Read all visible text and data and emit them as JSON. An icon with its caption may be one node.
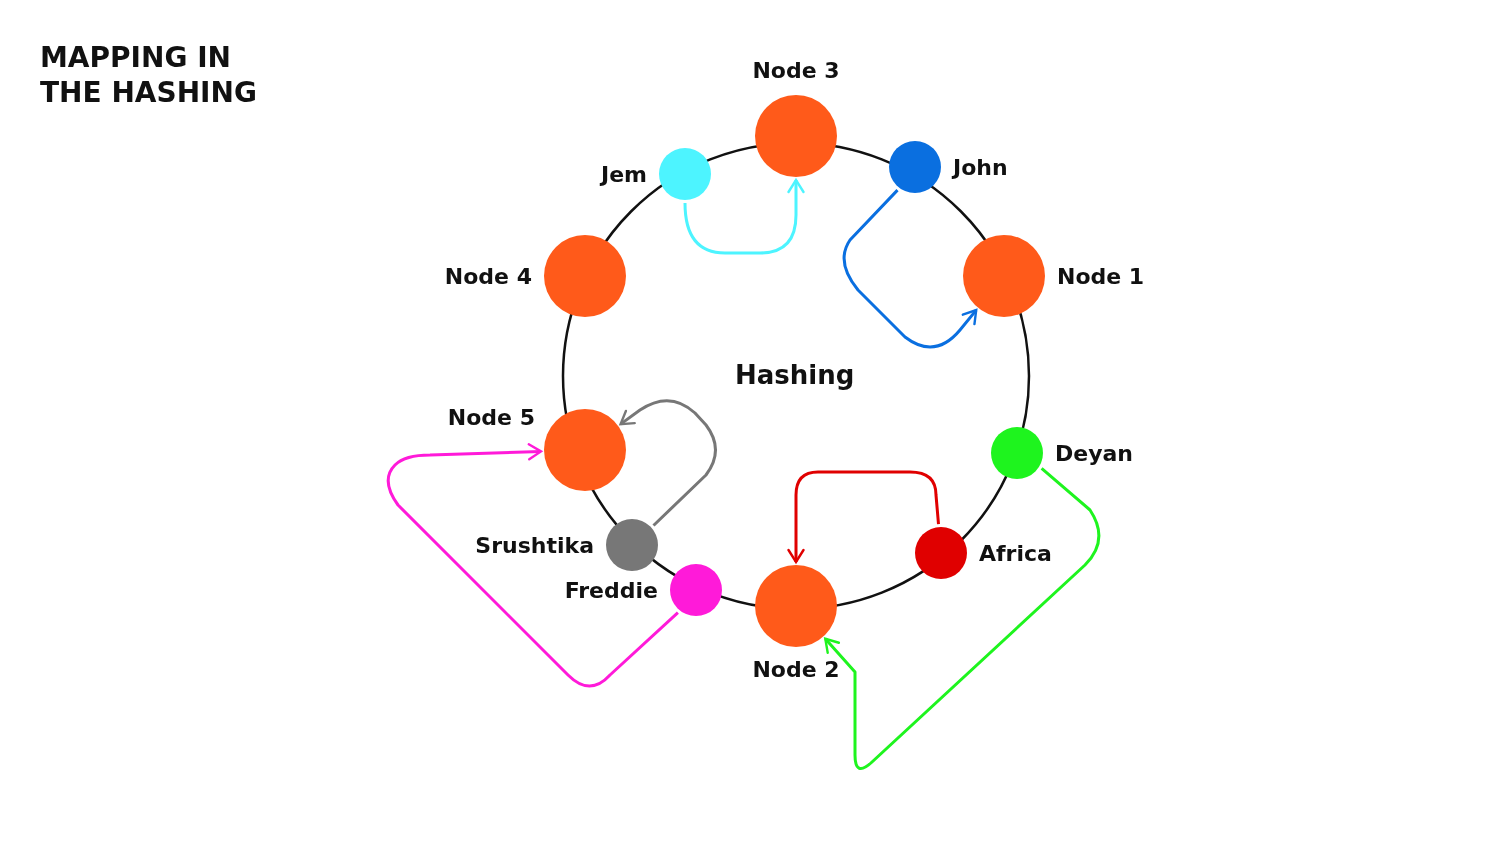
{
  "diagram": {
    "title": "MAPPING IN THE HASHING",
    "nodes": [
      {
        "text": [
          "Node 3"
        ]
      },
      {
        "text": [
          "Jem"
        ]
      },
      {
        "text": [
          "John"
        ]
      },
      {
        "text": [
          "Node 4"
        ]
      },
      {
        "text": [
          "Node 1"
        ]
      },
      {
        "text": [
          "Node 5"
        ]
      },
      {
        "text": [
          "Deyan"
        ]
      },
      {
        "text": [
          "Srushtika"
        ]
      },
      {
        "text": [
          "Africa"
        ]
      },
      {
        "text": [
          "Freddie"
        ]
      },
      {
        "text": [
          "Node 2"
        ]
      }
    ],
    "edges": [
      {
        "from": 1,
        "to": 0,
        "arrow": "to",
        "color": "#4df4ff"
      },
      {
        "from": 2,
        "to": 4,
        "arrow": "to",
        "color": "#0a6fe0"
      },
      {
        "from": 6,
        "to": 10,
        "arrow": "to",
        "color": "#1ef41e"
      },
      {
        "from": 8,
        "to": 10,
        "arrow": "to",
        "color": "#e00000"
      },
      {
        "from": 7,
        "to": 5,
        "arrow": "to",
        "color": "#777777"
      },
      {
        "from": 9,
        "to": 5,
        "arrow": "to",
        "color": "#ff1ad9"
      }
    ],
    "labels": [
      "Hashing"
    ]
  }
}
